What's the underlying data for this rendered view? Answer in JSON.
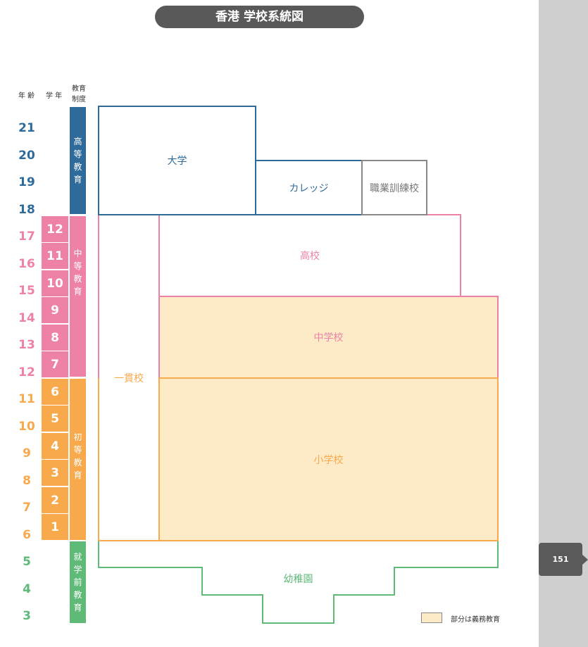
{
  "title": "香港 学校系統図",
  "page_number": "151",
  "headers": {
    "age": "年 齢",
    "grade": "学 年",
    "system_line1": "教育",
    "system_line2": "制度"
  },
  "ages": {
    "a21": "21",
    "a20": "20",
    "a19": "19",
    "a18": "18",
    "a17": "17",
    "a16": "16",
    "a15": "15",
    "a14": "14",
    "a13": "13",
    "a12": "12",
    "a11": "11",
    "a10": "10",
    "a9": "9",
    "a8": "8",
    "a7": "7",
    "a6": "6",
    "a5": "5",
    "a4": "4",
    "a3": "3"
  },
  "grades": {
    "g12": "12",
    "g11": "11",
    "g10": "10",
    "g9": "9",
    "g8": "8",
    "g7": "7",
    "g6": "6",
    "g5": "5",
    "g4": "4",
    "g3": "3",
    "g2": "2",
    "g1": "1"
  },
  "stages": {
    "higher": [
      "高",
      "等",
      "教",
      "育"
    ],
    "secondary": [
      "中",
      "等",
      "教",
      "育"
    ],
    "primary": [
      "初",
      "等",
      "教",
      "育"
    ],
    "preschool": [
      "就",
      "学",
      "前",
      "教",
      "育"
    ]
  },
  "schools": {
    "university": "大学",
    "college": "カレッジ",
    "vocational": "職業訓練校",
    "high_school": "高校",
    "through_school": "一貫校",
    "middle_school": "中学校",
    "elementary": "小学校",
    "kindergarten": "幼稚園"
  },
  "legend": {
    "label": "部分は義務教育",
    "color": "#fdebc8"
  },
  "colors": {
    "blue": "#2f6b9a",
    "pink": "#ee82a6",
    "orange": "#f7a94b",
    "green": "#5fba78",
    "gray": "#888888",
    "compulsory_fill": "#fdebc8"
  }
}
